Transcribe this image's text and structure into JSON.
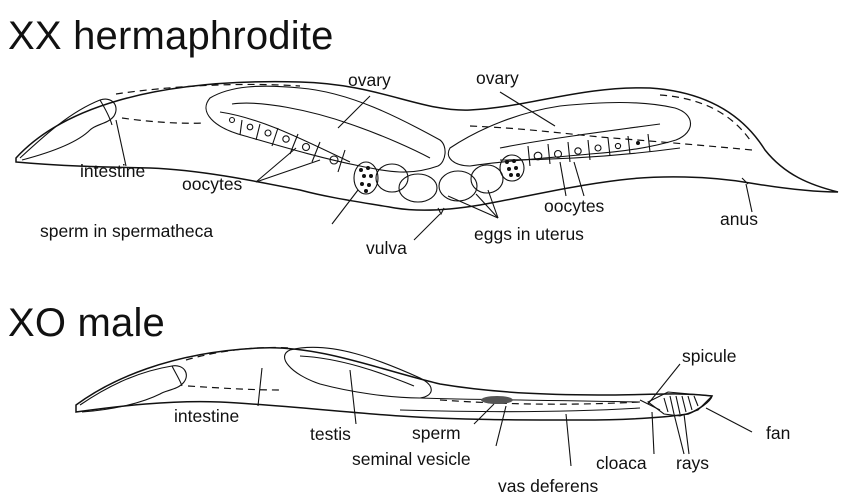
{
  "hermaphrodite": {
    "title": "XX hermaphrodite",
    "labels": {
      "ovary_left": "ovary",
      "ovary_right": "ovary",
      "intestine": "intestine",
      "oocytes_left": "oocytes",
      "oocytes_right": "oocytes",
      "sperm_in_spermatheca": "sperm in spermatheca",
      "vulva": "vulva",
      "eggs_in_uterus": "eggs in uterus",
      "anus": "anus"
    }
  },
  "male": {
    "title": "XO male",
    "labels": {
      "spicule": "spicule",
      "intestine": "intestine",
      "testis": "testis",
      "sperm": "sperm",
      "fan": "fan",
      "seminal_vesicle": "seminal vesicle",
      "cloaca": "cloaca",
      "rays": "rays",
      "vas_deferens": "vas deferens"
    }
  }
}
